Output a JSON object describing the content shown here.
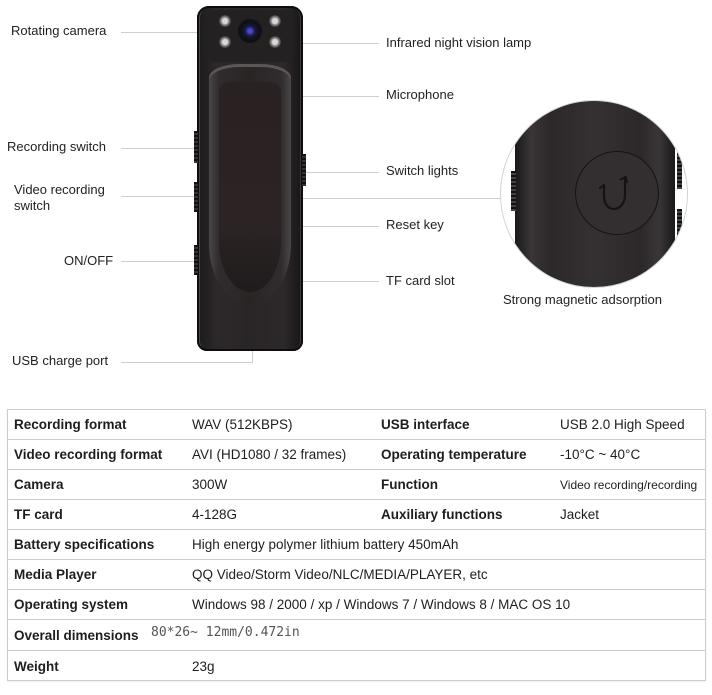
{
  "diagram": {
    "callouts_left": [
      {
        "id": "rotating-camera",
        "label": "Rotating camera"
      },
      {
        "id": "recording-switch",
        "label": "Recording switch"
      },
      {
        "id": "video-recording-switch",
        "label_line1": "Video recording",
        "label_line2": "switch"
      },
      {
        "id": "on-off",
        "label": "ON/OFF"
      },
      {
        "id": "usb-charge-port",
        "label": "USB charge port"
      }
    ],
    "callouts_right": [
      {
        "id": "infrared-lamp",
        "label": "Infrared night vision lamp"
      },
      {
        "id": "microphone",
        "label": "Microphone"
      },
      {
        "id": "switch-lights",
        "label": "Switch lights"
      },
      {
        "id": "reset-key",
        "label": "Reset key"
      },
      {
        "id": "tf-card-slot",
        "label": "TF card slot"
      }
    ],
    "magnified_caption": "Strong magnetic adsorption",
    "icons": {
      "magnet": "magnet-icon",
      "lens": "camera-lens-icon",
      "ir_led": "infrared-led-icon"
    },
    "colors": {
      "device_body": "#2a2526",
      "leader_line": "#c9d0d8",
      "table_border": "#c9ced4"
    }
  },
  "specs": {
    "rows": [
      {
        "k1": "Recording format",
        "v1": "WAV (512KBPS)",
        "k2": "USB interface",
        "v2": "USB 2.0 High Speed"
      },
      {
        "k1": "Video recording format",
        "v1": "AVI (HD1080 / 32 frames)",
        "k2": "Operating temperature",
        "v2": "-10°C ~ 40°C"
      },
      {
        "k1": "Camera",
        "v1": "300W",
        "k2": "Function",
        "v2": "Video recording/recording"
      },
      {
        "k1": "TF card",
        "v1": "4-128G",
        "k2": "Auxiliary functions",
        "v2": "Jacket"
      },
      {
        "k1": "Battery specifications",
        "v1": "High energy polymer lithium battery 450mAh"
      },
      {
        "k1": "Media Player",
        "v1": "QQ Video/Storm Video/NLC/MEDIA/PLAYER, etc"
      },
      {
        "k1": "Operating system",
        "v1": "Windows 98 / 2000 / xp / Windows 7 / Windows 8 / MAC OS 10"
      },
      {
        "k1": "Overall dimensions",
        "v1": "80*26~ 12mm/0.472in"
      },
      {
        "k1": "Weight",
        "v1": "23g"
      }
    ]
  }
}
